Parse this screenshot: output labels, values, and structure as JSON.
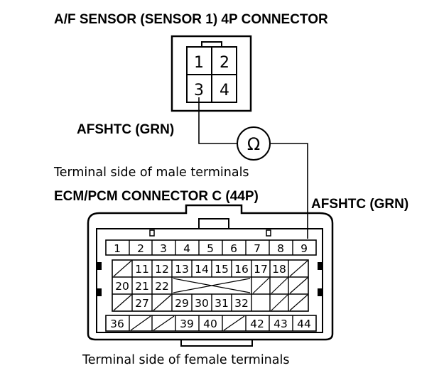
{
  "labels": {
    "sensor_title": "A/F SENSOR (SENSOR 1) 4P CONNECTOR",
    "wire_left": "AFSHTC (GRN)",
    "male_side": "Terminal side of male terminals",
    "ecm_title": "ECM/PCM CONNECTOR C (44P)",
    "wire_right": "AFSHTC (GRN)",
    "female_side": "Terminal side of female terminals",
    "ohm_symbol": "Ω"
  },
  "sensor_connector": {
    "terminals": [
      "1",
      "2",
      "3",
      "4"
    ]
  },
  "ecm_connector": {
    "row1": [
      "1",
      "2",
      "3",
      "4",
      "5",
      "6",
      "7",
      "8",
      "9"
    ],
    "row2": [
      "",
      "11",
      "12",
      "13",
      "14",
      "15",
      "16",
      "17",
      "18",
      ""
    ],
    "row3": [
      "20",
      "21",
      "22",
      "",
      "",
      "",
      ""
    ],
    "row4": [
      "",
      "27",
      "",
      "29",
      "30",
      "31",
      "32",
      "",
      ""
    ],
    "row5": [
      "36",
      "",
      "",
      "39",
      "40",
      "",
      "42",
      "43",
      "44"
    ]
  }
}
